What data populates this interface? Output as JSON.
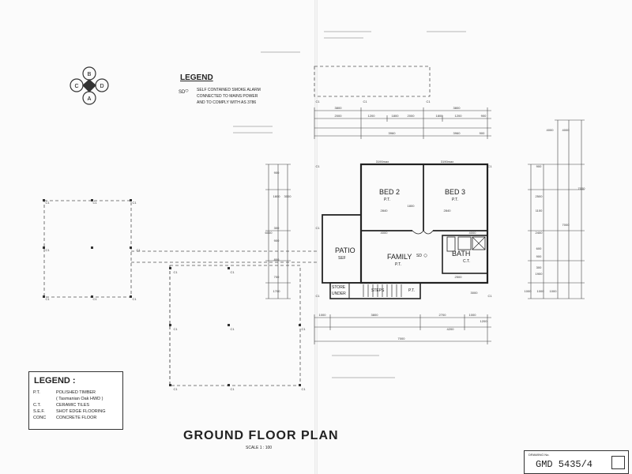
{
  "compass": {
    "top": "B",
    "left": "C",
    "right": "D",
    "bottom": "A"
  },
  "legend_top": {
    "title": "LEGEND",
    "symbol": "SD",
    "lines": [
      "SELF CONTAINED SMOKE ALARM",
      "CONNECTED TO MAINS POWER",
      "AND TO COMPLY WITH AS 3786"
    ]
  },
  "legend_box": {
    "title": "LEGEND :",
    "items": [
      {
        "code": "P.T.",
        "desc": "POLISHED TIMBER"
      },
      {
        "code": "",
        "desc": "( Tasmanian Oak HWD )"
      },
      {
        "code": "C.T.",
        "desc": "CERAMIC TILES"
      },
      {
        "code": "S.E.F.",
        "desc": "SHOT EDGE FLOORING"
      },
      {
        "code": "CONC",
        "desc": "CONCRETE FLOOR"
      }
    ]
  },
  "plan": {
    "title": "GROUND FLOOR PLAN",
    "scale": "SCALE 1 : 100",
    "rooms": [
      {
        "name": "BED 2",
        "sub": "P.T."
      },
      {
        "name": "BED 3",
        "sub": "P.T."
      },
      {
        "name": "FAMILY",
        "sub": "P.T."
      },
      {
        "name": "BATH",
        "sub": "C.T."
      },
      {
        "name": "PATIO",
        "sub": "SEF"
      },
      {
        "name": "STORE",
        "sub": "UNDER"
      },
      {
        "name": "STEPS",
        "sub": "P.T."
      }
    ],
    "smoke_alarm": "SD",
    "column_label": "C1",
    "dims_top": [
      "3800",
      "3800",
      "2000",
      "1200",
      "1800",
      "2000",
      "1800",
      "1200",
      "900",
      "3960",
      "3960",
      "900"
    ],
    "dims_room": [
      "3190max",
      "3190max",
      "2840",
      "1800",
      "2840",
      "4000",
      "4000",
      "2500",
      "3000"
    ],
    "dims_bottom": [
      "1000",
      "3800",
      "2700",
      "1000",
      "1200",
      "4200",
      "7000"
    ],
    "dims_left": [
      "900",
      "1800",
      "3000",
      "6000",
      "300",
      "900",
      "800",
      "700",
      "1700"
    ],
    "dims_right": [
      "4000",
      "4000",
      "900",
      "2500",
      "7000",
      "1100",
      "2400",
      "600",
      "900",
      "1900",
      "300",
      "1000",
      "1000",
      "1000",
      "7000"
    ]
  },
  "title_block": {
    "label": "DRAWING No.",
    "number": "GMD 5435/4"
  }
}
